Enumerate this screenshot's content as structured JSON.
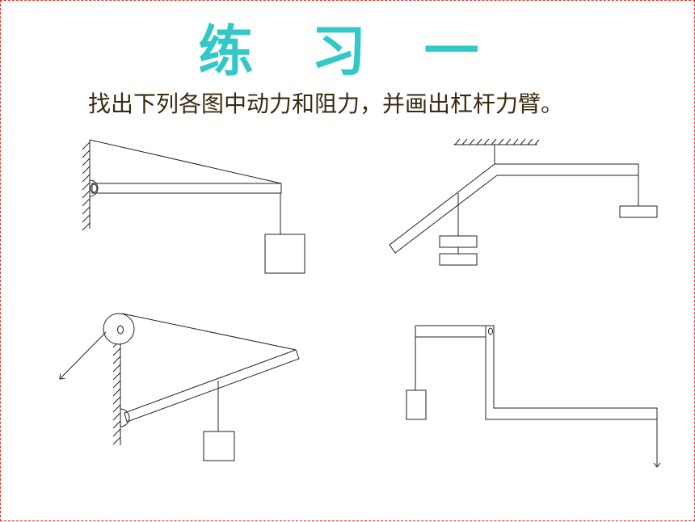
{
  "slide": {
    "title": "练 习 一",
    "instruction": "找出下列各图中动力和阻力，并画出杠杆力臂。"
  },
  "colors": {
    "title": "#33c8c8",
    "instruction_text": "#3a2a10",
    "border": "#e03030",
    "line": "#222222"
  },
  "figures": [
    {
      "name": "wall-mounted-horizontal-lever-with-hanging-weight"
    },
    {
      "name": "bent-lever-hung-from-ceiling-with-weights"
    },
    {
      "name": "inclined-lever-with-pulley-and-hanging-weight"
    },
    {
      "name": "cranked-lever-with-hanging-weight-and-downward-force"
    }
  ]
}
